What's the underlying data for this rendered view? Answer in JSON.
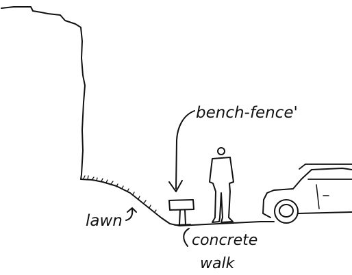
{
  "labels": {
    "bench_fence": "bench-fence'",
    "lawn": "lawn",
    "concrete": "concrete",
    "walk": "walk"
  },
  "colors": {
    "ink": "#111111",
    "paper": "#ffffff"
  }
}
